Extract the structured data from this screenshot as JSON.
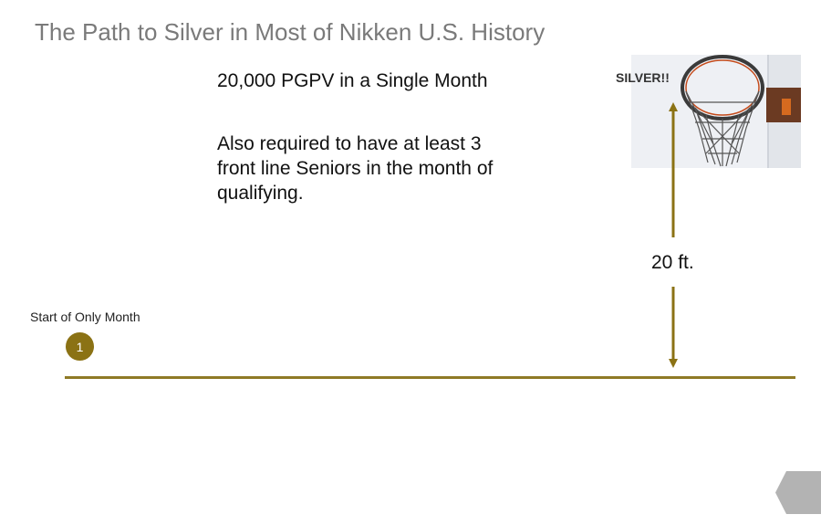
{
  "slide": {
    "title": "The Path to Silver in Most of Nikken U.S. History",
    "headline": "20,000 PGPV in a Single Month",
    "requirement": "Also required to have at least 3 front line Seniors in the month of qualifying.",
    "goal_label": "SILVER!!",
    "height_label": "20 ft.",
    "start_label": "Start of Only Month",
    "step_number": "1"
  },
  "colors": {
    "accent": "#8b7214",
    "line": "#8f7a26",
    "title": "#7a7a7a",
    "nav": "#b3b3b3"
  },
  "icons": {
    "goal_image": "basketball-hoop-icon",
    "nav": "next-slide-icon"
  }
}
